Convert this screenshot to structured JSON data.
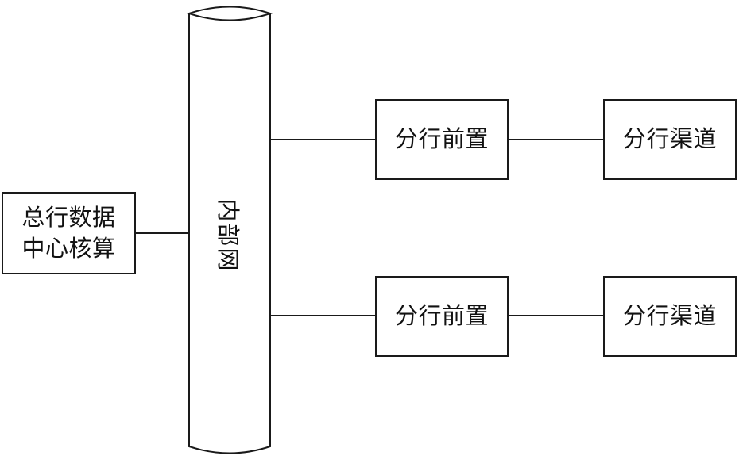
{
  "diagram": {
    "hq_core": "总行数据\n中心核算",
    "internal_network": "内部网",
    "branch_front_end_1": "分行前置",
    "branch_channel_1": "分行渠道",
    "branch_front_end_2": "分行前置",
    "branch_channel_2": "分行渠道"
  },
  "colors": {
    "line": "#1a1a1a",
    "text": "#111111",
    "background": "#ffffff"
  }
}
